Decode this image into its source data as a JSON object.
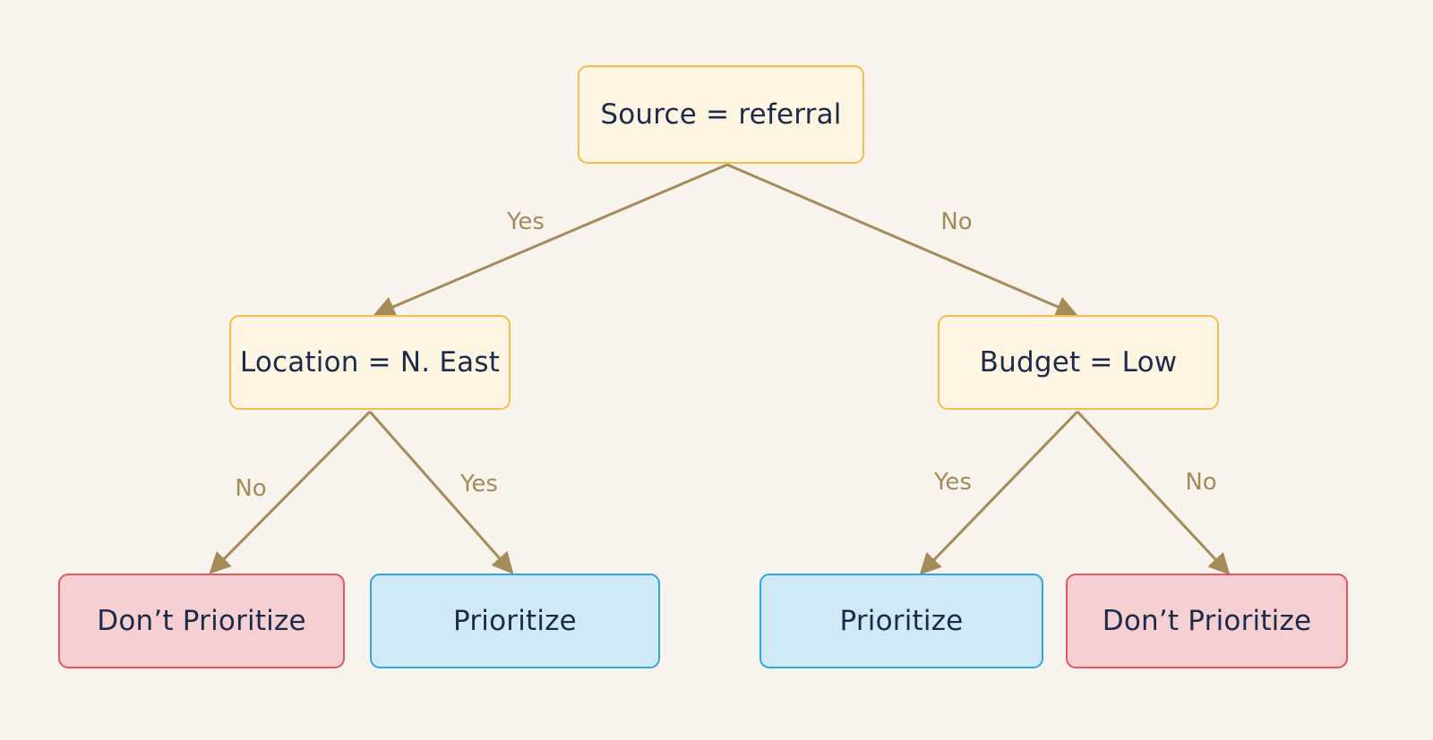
{
  "diagram": {
    "type": "decision-tree",
    "colors": {
      "background": "#f9f3ee",
      "decision_node_fill": "#fdf4e2",
      "decision_node_border": "#f5bd4e",
      "prioritize_node_fill": "#cfe9f6",
      "prioritize_node_border": "#2ea7e0",
      "dont_prioritize_node_fill": "#f6cfd3",
      "dont_prioritize_node_border": "#e3575f",
      "edge_stroke": "#a48c58",
      "edge_label_text": "#a48c58",
      "node_text": "#1c2b4a"
    },
    "tree": {
      "root": {
        "label": "Source = referral"
      },
      "level2": [
        {
          "label": "Location = N. East"
        },
        {
          "label": "Budget = Low"
        }
      ],
      "leaves": [
        {
          "label": "Don’t Prioritize",
          "type": "negative"
        },
        {
          "label": "Prioritize",
          "type": "positive"
        },
        {
          "label": "Prioritize",
          "type": "positive"
        },
        {
          "label": "Don’t Prioritize",
          "type": "negative"
        }
      ],
      "edges": [
        {
          "from": "source-referral",
          "to": "location-n-east",
          "label": "Yes"
        },
        {
          "from": "source-referral",
          "to": "budget-low",
          "label": "No"
        },
        {
          "from": "location-n-east",
          "to": "dont-prioritize-left",
          "label": "No"
        },
        {
          "from": "location-n-east",
          "to": "prioritize-left",
          "label": "Yes"
        },
        {
          "from": "budget-low",
          "to": "prioritize-right",
          "label": "Yes"
        },
        {
          "from": "budget-low",
          "to": "dont-prioritize-right",
          "label": "No"
        }
      ]
    }
  }
}
